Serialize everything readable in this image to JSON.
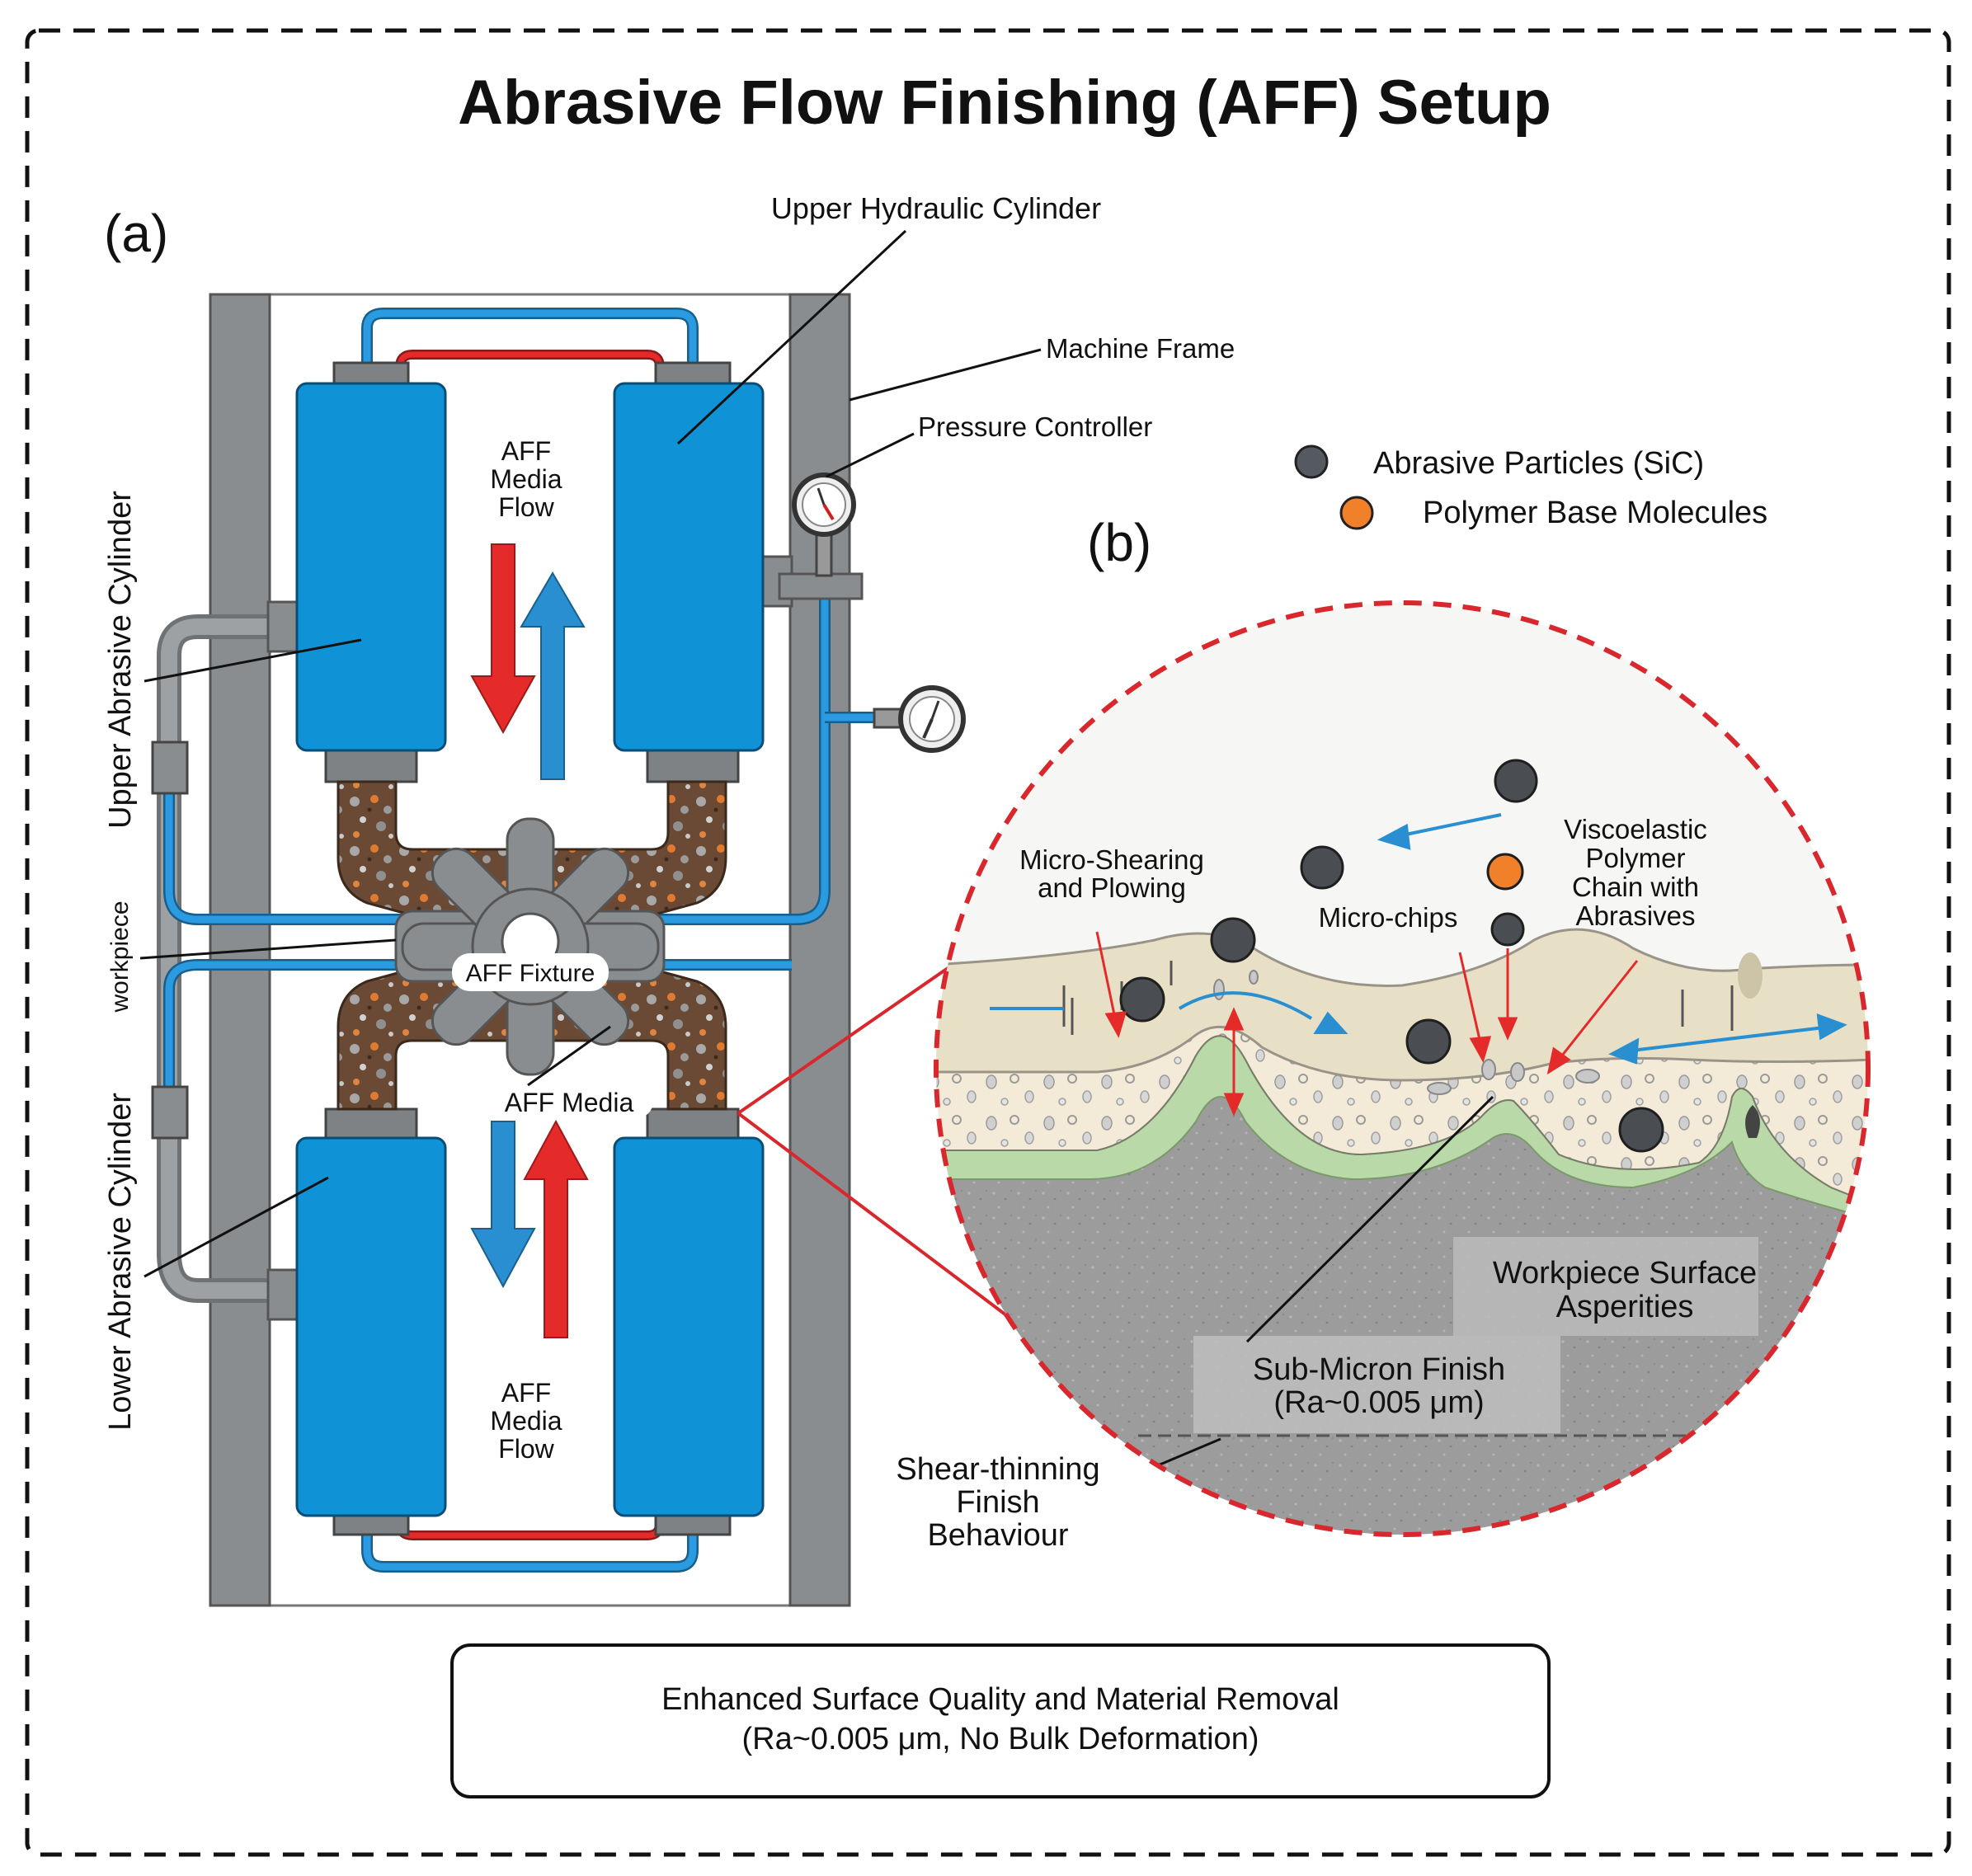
{
  "title": "Abrasive Flow Finishing (AFF)  Setup",
  "panel_a": {
    "tag": "(a)",
    "upper_hydraulic_cylinder": "Upper Hydraulic Cylinder",
    "machine_frame": "Machine Frame",
    "pressure_controller": "Pressure Controller",
    "media_flow_top": [
      "AFF",
      "Media",
      "Flow"
    ],
    "media_flow_bottom": [
      "AFF",
      "Media",
      "Flow"
    ],
    "fixture": "AFF Fixture",
    "media": "AFF Media",
    "upper_abrasive_cylinder": "Upper  Abrasive Cylinder",
    "lower_abrasive_cylinder": "Lower  Abrasive Cylinder",
    "workpiece": "workpiece"
  },
  "panel_b": {
    "tag": "(b)",
    "legend": [
      {
        "label": "Abrasive Particles (SiC)",
        "color": "#555a60"
      },
      {
        "label": "Polymer Base Molecules",
        "color": "#f0802a"
      }
    ],
    "micro_shearing": [
      "Micro-Shearing",
      "and Plowing"
    ],
    "micro_chips": "Micro-chips",
    "viscoelastic": [
      "Viscoelastic",
      "Polymer",
      "Chain with",
      "Abrasives"
    ],
    "asperities": [
      "Workpiece Surface",
      "Asperities"
    ],
    "sub_micron": [
      "Sub-Micron Finish",
      "(Ra~0.005 μm)"
    ],
    "shear_thinning": [
      "Shear-thinning",
      "Finish",
      "Behaviour"
    ]
  },
  "footer": [
    "Enhanced Surface Quality and Material Removal",
    "(Ra~0.005 μm, No Bulk Deformation)"
  ],
  "colors": {
    "cylinder_blue": "#0f93d6",
    "frame_gray": "#8a8d90",
    "arrow_red": "#e52a2a",
    "arrow_blue": "#2a8fd0",
    "media_brown": "#6b4a35",
    "zoom_red": "#d8282e"
  }
}
